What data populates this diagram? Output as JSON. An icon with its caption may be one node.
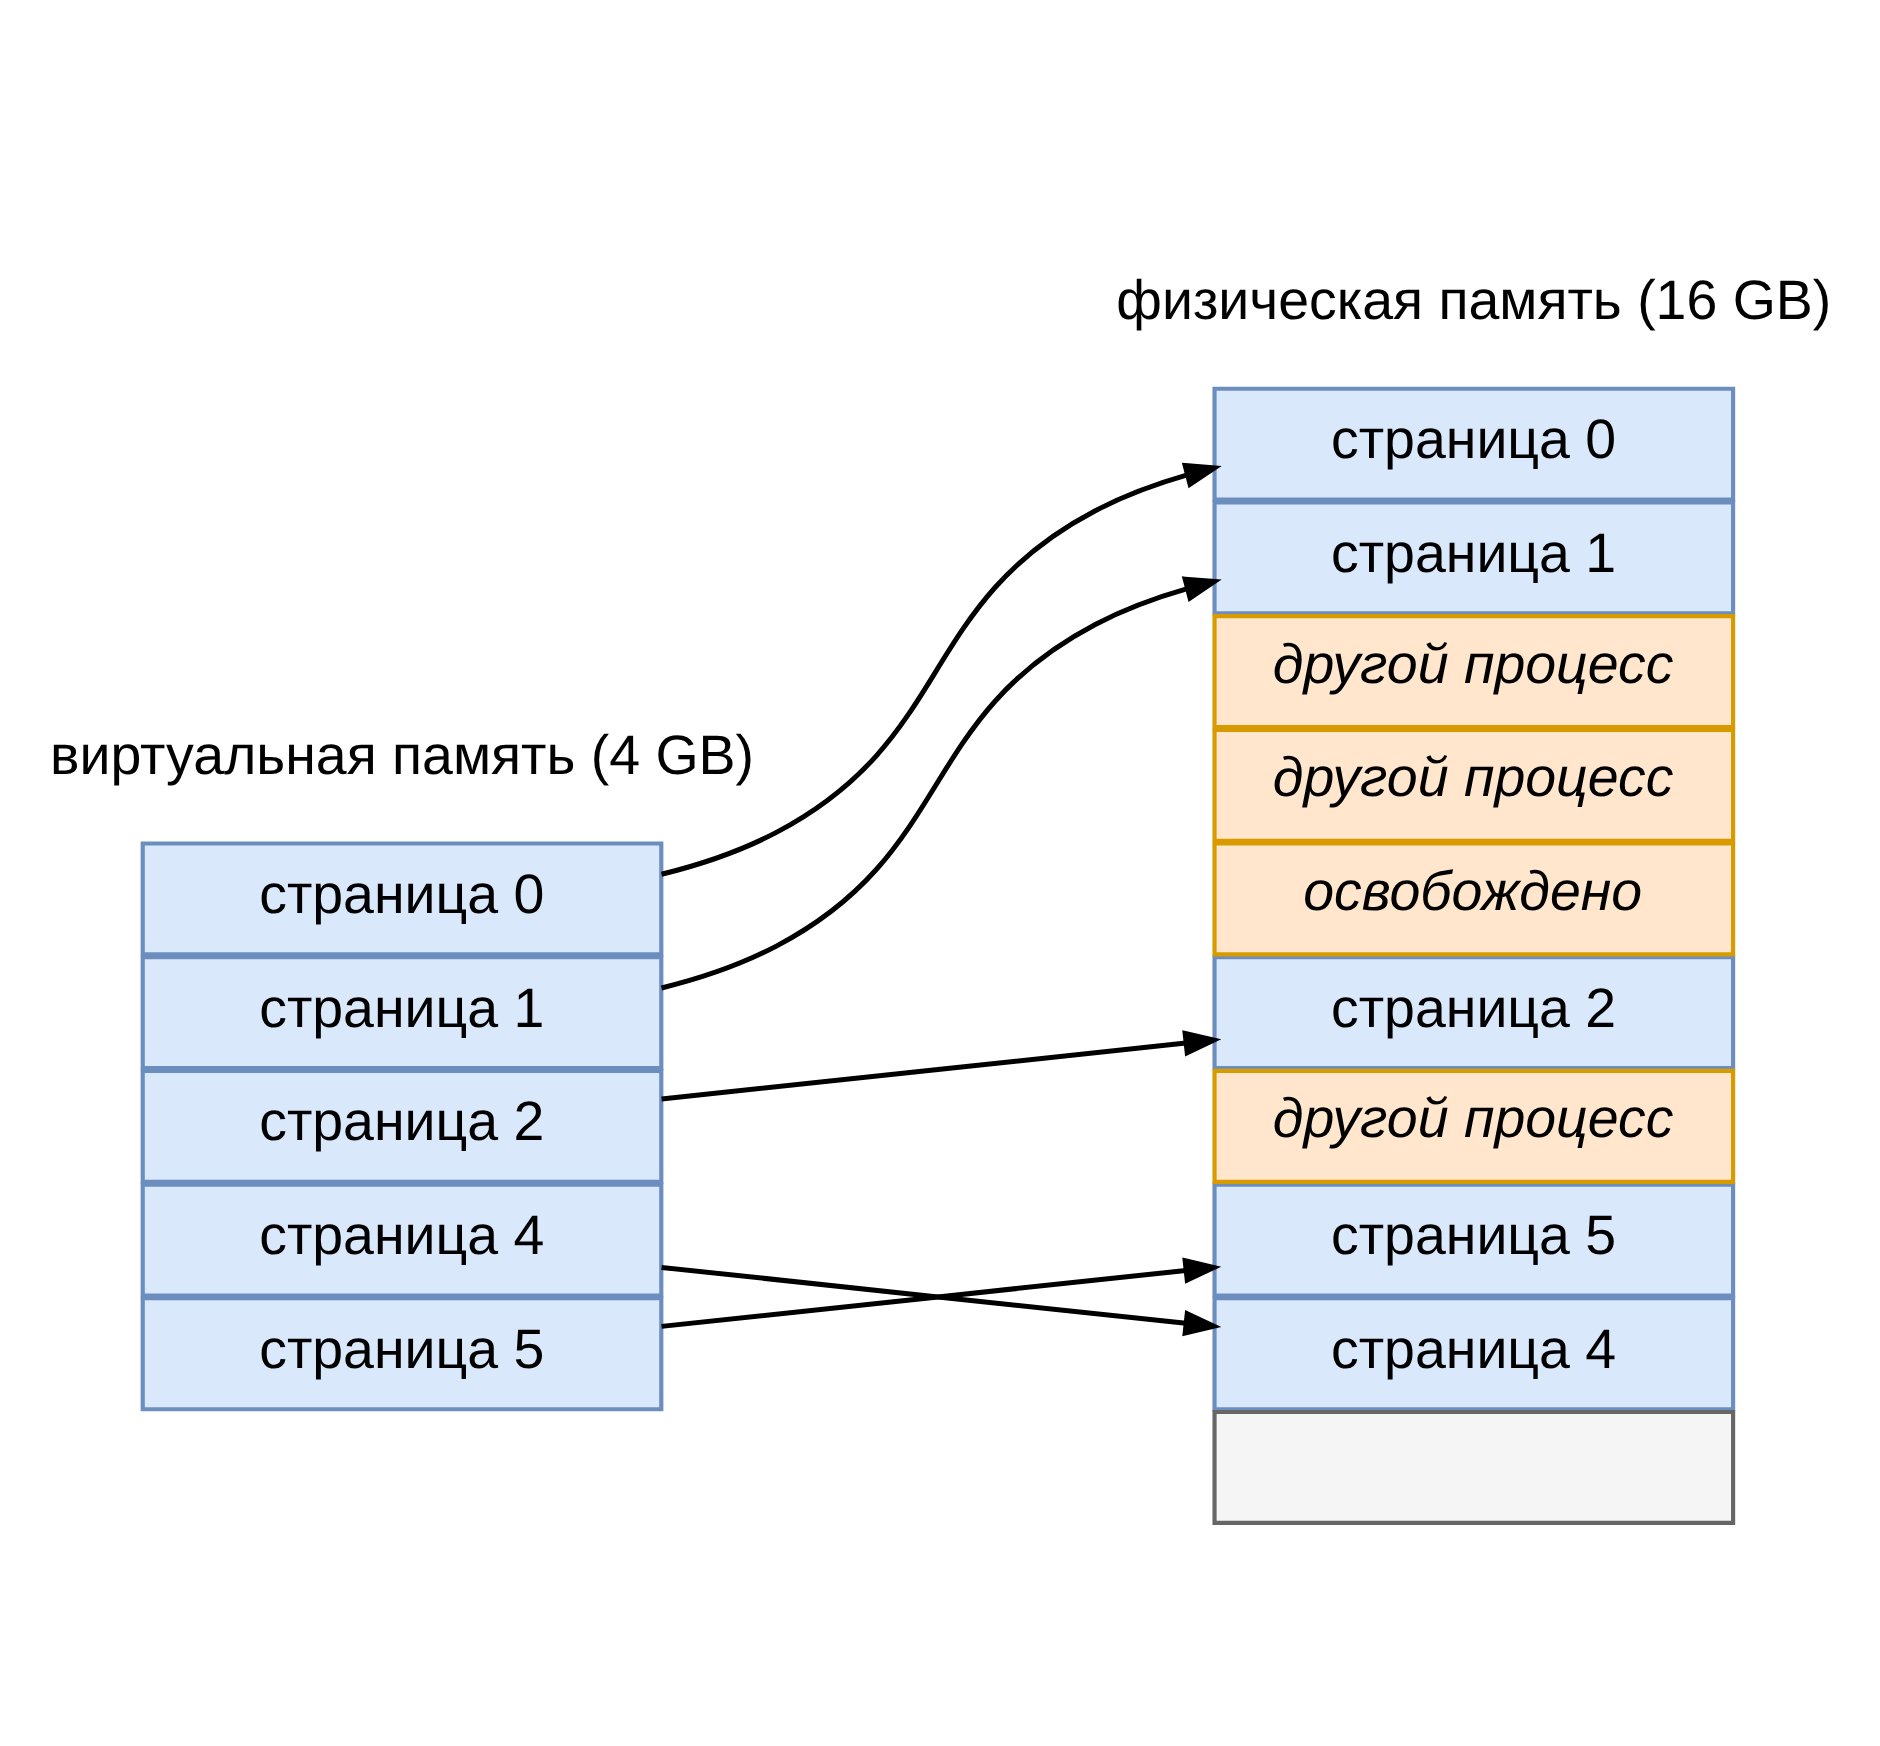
{
  "diagram": {
    "nodes": [
      {
        "text": [
          "страница 0"
        ]
      },
      {
        "text": [
          "страница 1"
        ]
      },
      {
        "text": [
          "страница 2"
        ]
      },
      {
        "text": [
          "страница 4"
        ]
      },
      {
        "text": [
          "страница 5"
        ]
      },
      {
        "text": [
          "страница 0"
        ]
      },
      {
        "text": [
          "страница 1"
        ]
      },
      {
        "text": [
          "другой процесс"
        ]
      },
      {
        "text": [
          "другой процесс"
        ]
      },
      {
        "text": [
          "освобождено"
        ]
      },
      {
        "text": [
          "страница 2"
        ]
      },
      {
        "text": [
          "другой процесс"
        ]
      },
      {
        "text": [
          "страница 5"
        ]
      },
      {
        "text": [
          "страница 4"
        ]
      },
      {
        "text": [],
        "shape": "box"
      }
    ],
    "edges": [
      {
        "from": 0,
        "to": 5,
        "arrow": "to"
      },
      {
        "from": 1,
        "to": 6,
        "arrow": "to"
      },
      {
        "from": 2,
        "to": 10,
        "arrow": "to"
      },
      {
        "from": 3,
        "to": 13,
        "arrow": "to"
      },
      {
        "from": 4,
        "to": 12,
        "arrow": "to"
      }
    ],
    "labels": [
      "виртуальная память (4 GB)",
      "физическая память (16 GB)"
    ]
  }
}
